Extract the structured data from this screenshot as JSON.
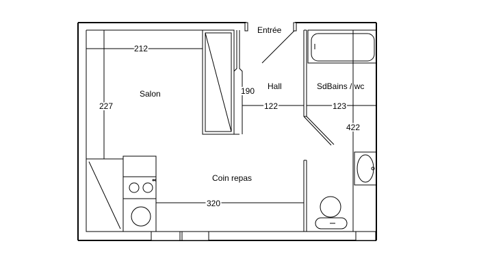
{
  "rooms": {
    "entree": "Entrée",
    "salon": "Salon",
    "hall": "Hall",
    "sdbains": "SdBains / wc",
    "coin_repas": "Coin repas"
  },
  "dimensions": {
    "salon_width": "212",
    "salon_height": "227",
    "closet_height": "190",
    "hall_width": "122",
    "sdbains_width": "123",
    "sdbains_height": "422",
    "coin_repas_width": "320"
  }
}
